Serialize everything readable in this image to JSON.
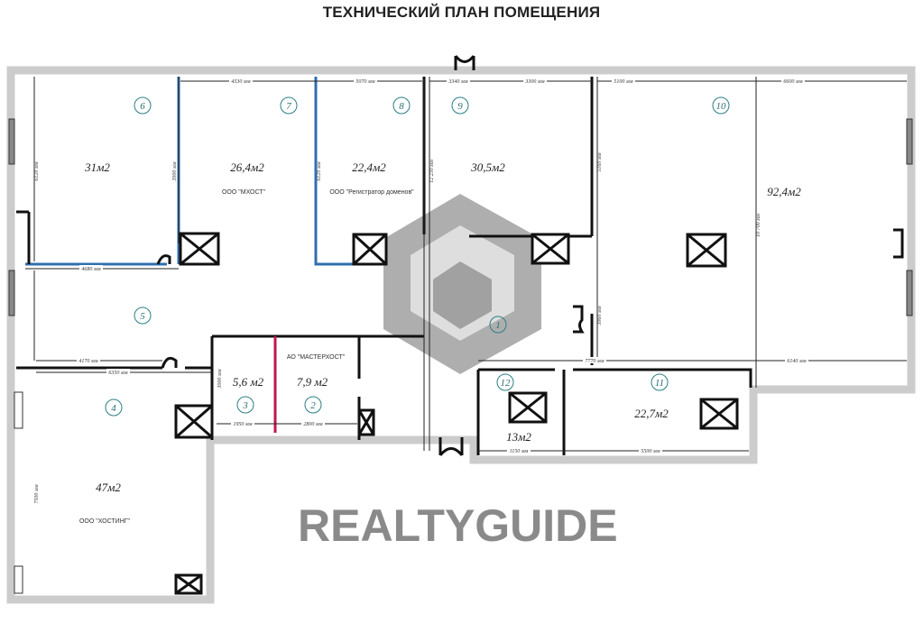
{
  "title": "ТЕХНИЧЕСКИЙ ПЛАН ПОМЕЩЕНИЯ",
  "watermark": "REALTYGUIDE",
  "rooms": [
    {
      "number": "1",
      "area": "",
      "tenant": ""
    },
    {
      "number": "2",
      "area": "7,9 м2",
      "tenant": "АО \"МАСТЕРХОСТ\""
    },
    {
      "number": "3",
      "area": "5,6 м2",
      "tenant": ""
    },
    {
      "number": "4",
      "area": "47м2",
      "tenant": "ООО \"ХОСТИНГ\""
    },
    {
      "number": "5",
      "area": "",
      "tenant": ""
    },
    {
      "number": "6",
      "area": "31м2",
      "tenant": ""
    },
    {
      "number": "7",
      "area": "26,4м2",
      "tenant": "ООО \"МХОСТ\""
    },
    {
      "number": "8",
      "area": "22,4м2",
      "tenant": "ООО \"Регистратор доменов\""
    },
    {
      "number": "9",
      "area": "30,5м2",
      "tenant": ""
    },
    {
      "number": "10",
      "area": "92,4м2",
      "tenant": ""
    },
    {
      "number": "11",
      "area": "22,7м2",
      "tenant": ""
    },
    {
      "number": "12",
      "area": "13м2",
      "tenant": ""
    }
  ],
  "dimensions": {
    "d4530": "4530 мм",
    "d5070": "5070 мм",
    "d3340": "3340 мм",
    "d3300": "3300 мм",
    "d5100": "5100 мм",
    "d6600": "6600 мм",
    "d4680": "4680 мм",
    "d4170": "4170 мм",
    "d6350": "6350 мм",
    "d1950": "1950 мм",
    "d2800": "2800 мм",
    "d1150": "1150 мм",
    "d5500": "5500 мм",
    "d7770": "7770 мм",
    "d6140": "6140 мм",
    "d6120a": "6120 мм",
    "d6120b": "6120 мм",
    "d3900": "3900 мм",
    "d12230": "12 230 мм",
    "d5160": "5160 мм",
    "d10700": "10 700 мм",
    "d3960": "3960 мм",
    "d3000": "3000 мм",
    "d7500": "7500 мм"
  },
  "colors": {
    "wall": "#111111",
    "outer_wall": "#cccccc",
    "partition_blue": "#2f6fb0",
    "partition_red": "#c01650",
    "room_number": "#2a7f86"
  }
}
